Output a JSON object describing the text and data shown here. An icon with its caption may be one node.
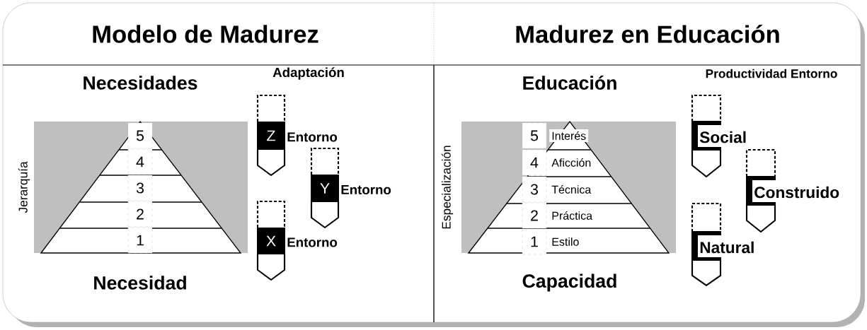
{
  "diagram": {
    "nodes": [
      {
        "text": [
          "5"
        ]
      },
      {
        "text": [
          "4"
        ]
      },
      {
        "text": [
          "3"
        ]
      },
      {
        "text": [
          "2"
        ]
      },
      {
        "text": [
          "1"
        ]
      },
      {
        "text": [
          "Z"
        ],
        "beside": [
          "Entorno"
        ]
      },
      {
        "text": [
          "Y"
        ],
        "beside": [
          "Entorno"
        ]
      },
      {
        "text": [
          "X"
        ],
        "beside": [
          "Entorno"
        ]
      },
      {
        "text": [
          "5"
        ],
        "beside": [
          "Interés"
        ]
      },
      {
        "text": [
          "4"
        ],
        "beside": [
          "Aficción"
        ]
      },
      {
        "text": [
          "3"
        ],
        "beside": [
          "Técnica"
        ]
      },
      {
        "text": [
          "2"
        ],
        "beside": [
          "Práctica"
        ]
      },
      {
        "text": [
          "1"
        ],
        "beside": [
          "Estilo"
        ]
      },
      {
        "text": [],
        "shape": "pencil",
        "beside": [
          "Social"
        ]
      },
      {
        "text": [],
        "shape": "pencil",
        "beside": [
          "Construido"
        ]
      },
      {
        "text": [],
        "shape": "pencil",
        "beside": [
          "Natural"
        ]
      }
    ],
    "labels": [
      "Modelo de Madurez",
      "Madurez en Educación",
      "Necesidades",
      "Adaptación",
      "Jerarquía",
      "Necesidad",
      "Educación",
      "Productividad Entorno",
      "Especialización",
      "Capacidad"
    ]
  }
}
